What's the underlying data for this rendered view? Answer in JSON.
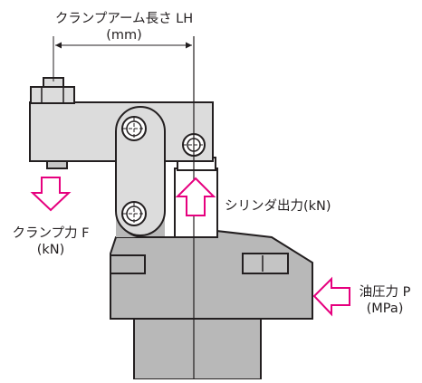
{
  "labels": {
    "arm_length_line1": "クランプアーム長さ LH",
    "arm_length_line2": "(mm)",
    "cylinder_output": "シリンダ出力(kN)",
    "clamp_force_line1": "クランプ力 F",
    "clamp_force_line2": "(kN)",
    "oil_pressure_line1": "油圧力 P",
    "oil_pressure_line2": "(MPa)"
  },
  "colors": {
    "body_gray": "#b8b8b8",
    "arm_gray": "#dcdcdc",
    "outline": "#231f20",
    "arrow_magenta": "#e6007e",
    "background": "#ffffff"
  },
  "icons": {
    "clamp_force_arrow": "arrow-down-outline",
    "cylinder_output_arrow": "arrow-up-outline",
    "oil_pressure_arrow": "arrow-left-outline"
  }
}
